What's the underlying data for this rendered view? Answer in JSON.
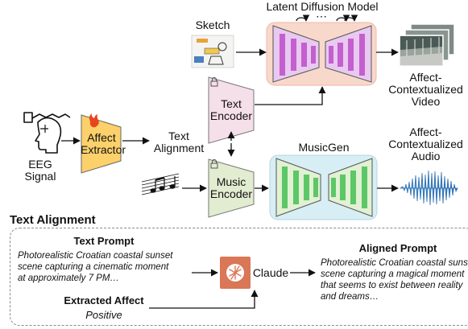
{
  "diagram": {
    "eeg": {
      "line1": "EEG",
      "line2": "Signal"
    },
    "affect_extractor": {
      "line1": "Affect",
      "line2": "Extractor"
    },
    "text_alignment": {
      "line1": "Text",
      "line2": "Alignment"
    },
    "sketch": "Sketch",
    "ldm": {
      "title": "Latent Diffusion Model",
      "ellipsis": "⋯"
    },
    "text_encoder": {
      "line1": "Text",
      "line2": "Encoder"
    },
    "music_encoder": {
      "line1": "Music",
      "line2": "Encoder"
    },
    "musicgen": "MusicGen",
    "video_out": {
      "line1": "Affect-",
      "line2": "Contextualized",
      "line3": "Video"
    },
    "audio_out": {
      "line1": "Affect-",
      "line2": "Contextualized",
      "line3": "Audio"
    }
  },
  "text_alignment_panel": {
    "heading": "Text Alignment",
    "text_prompt": {
      "title": "Text Prompt",
      "lines": [
        "Photorealistic Croatian coastal sunset",
        "scene capturing a cinematic moment",
        "at approximately 7 PM…"
      ]
    },
    "extracted_affect": {
      "title": "Extracted Affect",
      "value": "Positive"
    },
    "claude": "Claude",
    "aligned_prompt": {
      "title": "Aligned Prompt",
      "lines": [
        "Photorealistic Croatian coastal sunset",
        "scene capturing a magical moment",
        "that seems to exist between reality",
        "and dreams…"
      ]
    }
  },
  "colors": {
    "affect_extractor": "#fcd06b",
    "text_encoder": "#f5dfe9",
    "music_encoder": "#e2ecd0",
    "ldm_bg": "#f9d8cc",
    "ldm_unet": "#e8c9f0",
    "ldm_bar": "#c45fcf",
    "musicgen_bg": "#d8eef5",
    "musicgen_unet": "#e2f0d3",
    "musicgen_bar": "#5cc767",
    "claude": "#d97757",
    "waveform": "#3d8fcf"
  }
}
